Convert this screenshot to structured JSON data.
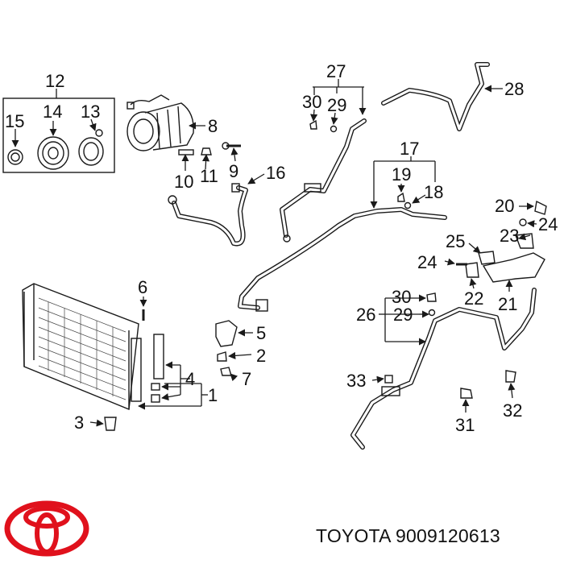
{
  "brand": "TOYOTA",
  "part_number": "9009120613",
  "brand_color": "#e0111c",
  "logo_icon": "toyota-emblem-icon",
  "callouts": {
    "c1": "1",
    "c2": "2",
    "c3": "3",
    "c4": "4",
    "c5": "5",
    "c6": "6",
    "c7": "7",
    "c8": "8",
    "c9": "9",
    "c10": "10",
    "c11": "11",
    "c12": "12",
    "c13": "13",
    "c14": "14",
    "c15": "15",
    "c16": "16",
    "c17": "17",
    "c18": "18",
    "c19": "19",
    "c20": "20",
    "c21": "21",
    "c22": "22",
    "c23": "23",
    "c24a": "24",
    "c24b": "24",
    "c25": "25",
    "c26": "26",
    "c27": "27",
    "c28": "28",
    "c29a": "29",
    "c29b": "29",
    "c30a": "30",
    "c30b": "30",
    "c31": "31",
    "c32": "32",
    "c33": "33"
  }
}
